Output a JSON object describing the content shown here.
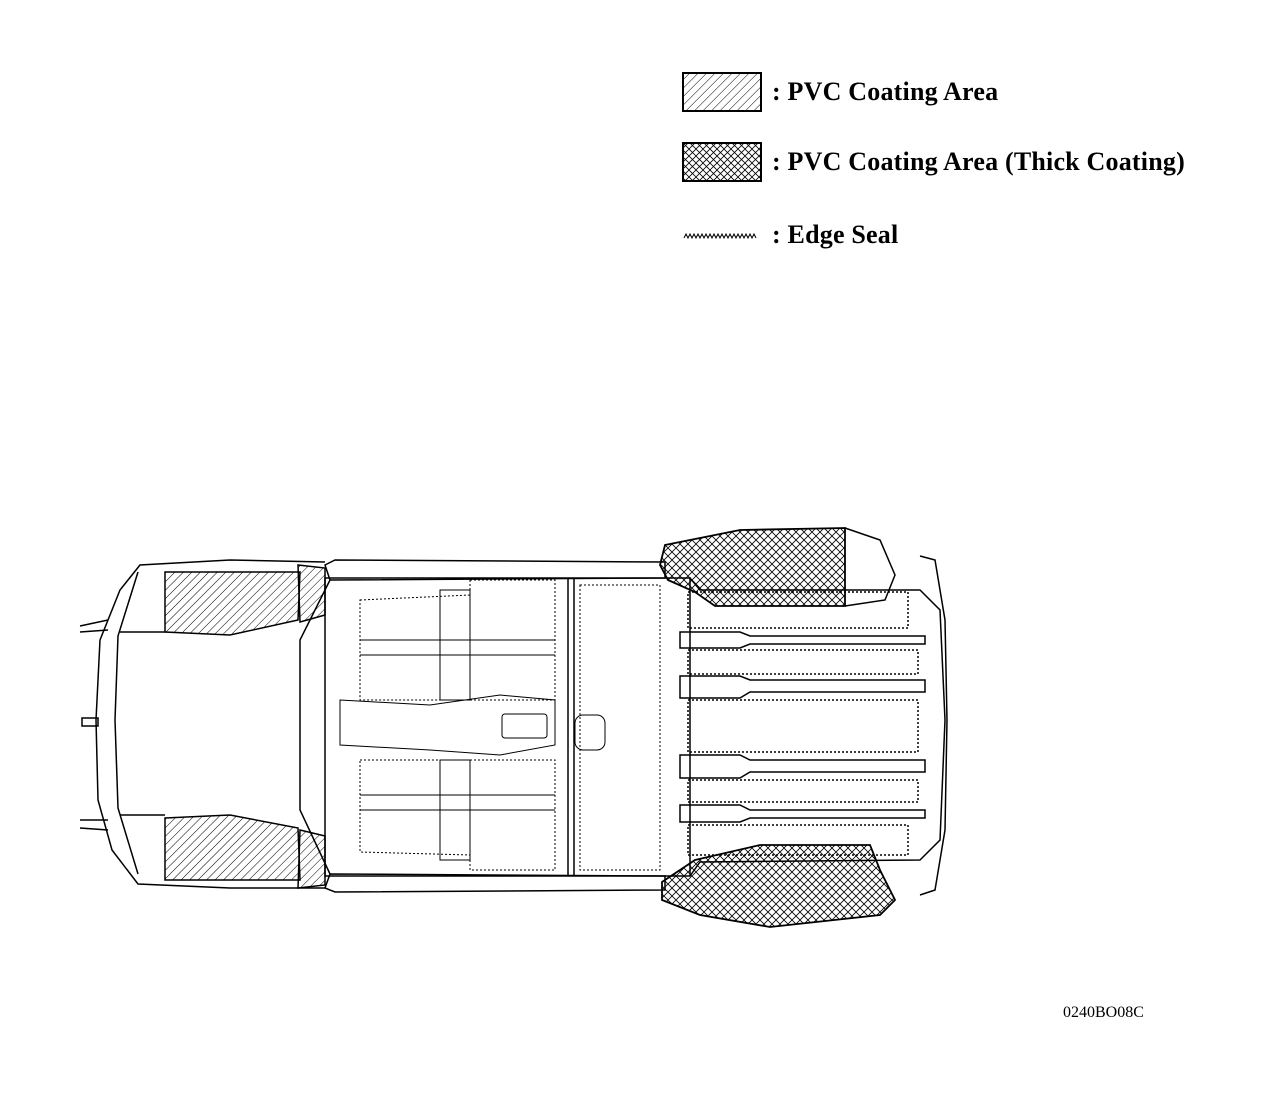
{
  "legend": {
    "items": [
      {
        "symbol": "diagonal-hatch",
        "label": ":  PVC Coating Area"
      },
      {
        "symbol": "cross-hatch",
        "label": ":  PVC Coating Area (Thick Coating)"
      },
      {
        "symbol": "zigzag-line",
        "label": ":  Edge Seal"
      }
    ]
  },
  "figure_id": "0240BO08C",
  "colors": {
    "ink": "#000000",
    "paper": "#ffffff"
  }
}
